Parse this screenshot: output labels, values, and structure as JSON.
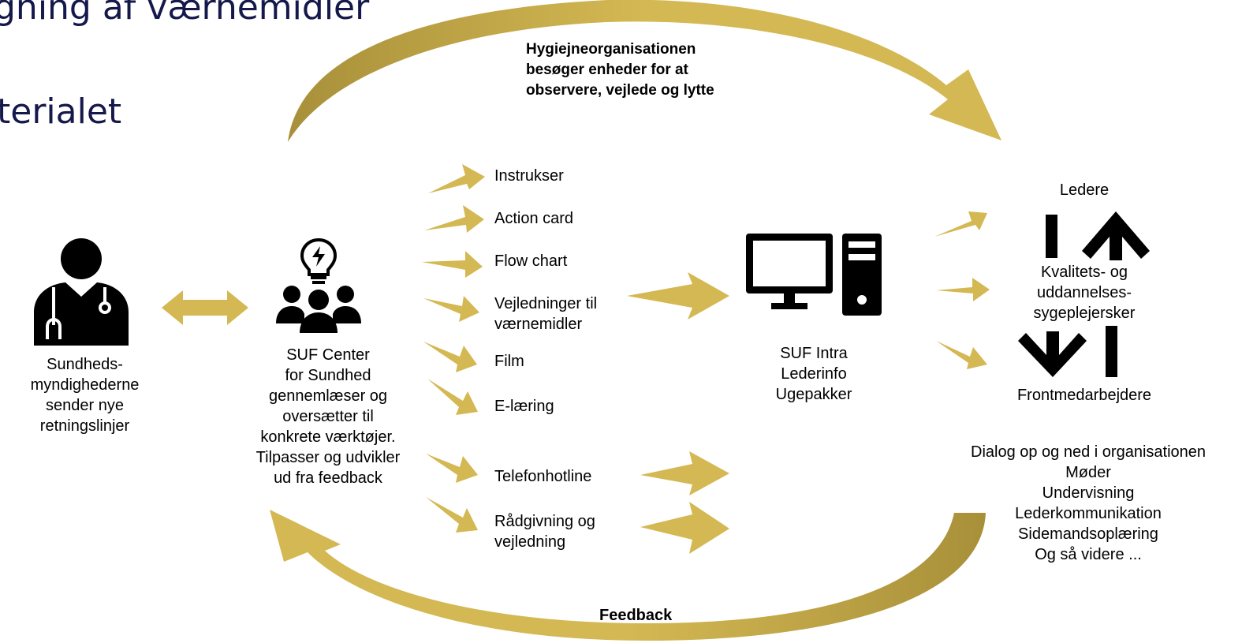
{
  "title": {
    "line1": "gning af værnemidler",
    "line2": "terialet"
  },
  "top_loop_text": [
    "Hygiejneorganisationen",
    "besøger enheder for at",
    "observere, vejlede og lytte"
  ],
  "authorities": {
    "icon": "doctor-with-stethoscope-icon",
    "lines": [
      "Sundheds-",
      "myndighederne",
      "sender nye",
      "retningslinjer"
    ]
  },
  "center": {
    "icon": "team-with-lightbulb-icon",
    "lines": [
      "SUF Center",
      "for Sundhed",
      "gennemlæser og",
      "oversætter til",
      "konkrete værktøjer.",
      "Tilpasser og udvikler",
      "ud fra feedback"
    ]
  },
  "tools": [
    {
      "label": [
        "Instrukser"
      ]
    },
    {
      "label": [
        "Action card"
      ]
    },
    {
      "label": [
        "Flow chart"
      ]
    },
    {
      "label": [
        "Vejledninger til",
        "værnemidler"
      ]
    },
    {
      "label": [
        "Film"
      ]
    },
    {
      "label": [
        "E-læring"
      ]
    },
    {
      "label": [
        "Telefonhotline"
      ]
    },
    {
      "label": [
        "Rådgivning og",
        "vejledning"
      ]
    }
  ],
  "intranet": {
    "icon": "desktop-computer-icon",
    "lines": [
      "SUF Intra",
      "Lederinfo",
      "Ugepakker"
    ]
  },
  "audiences": {
    "top": "Ledere",
    "middle": [
      "Kvalitets- og",
      "uddannelses-",
      "sygeplejersker"
    ],
    "bottom": "Frontmedarbejdere"
  },
  "dialog": [
    "Dialog op og ned i organisationen",
    "Møder",
    "Undervisning",
    "Lederkommunikation",
    "Sidemandsoplæring",
    "Og så videre ..."
  ],
  "feedback_label": "Feedback",
  "colors": {
    "arrow_gold": "#d4b853",
    "arrow_dark_gold": "#a8903a",
    "title_navy": "#15184a",
    "icon_black": "#000000"
  }
}
